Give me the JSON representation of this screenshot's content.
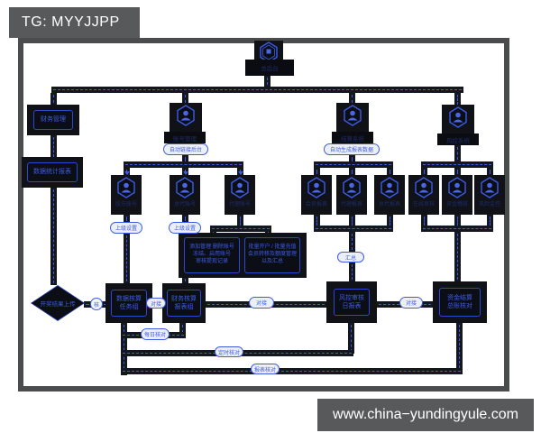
{
  "badges": {
    "tg": "TG: MYYJJPP",
    "site": "www.china−yundingyule.com"
  },
  "colors": {
    "accent": "#3d5ce4",
    "node_bg": "#0b0e15",
    "band": "#15171e",
    "badge_bg": "#58595b",
    "pill_bg": "#edeff6",
    "frame": "#4b4c4e"
  },
  "icons": {
    "root": "hexagon-user-icon",
    "member": "hexagon-user-icon"
  },
  "root": {
    "label": "总后台"
  },
  "b1": {
    "box_a": "财务管理",
    "box_b": "数据统计报表",
    "diamond": "开奖结果上传",
    "circle": "核"
  },
  "b2": {
    "label": "账号管理",
    "pill": "自动链接后台",
    "sub": [
      {
        "label": "股东账号",
        "pill": "上级设置"
      },
      {
        "label": "总代账号",
        "pill": "上级设置"
      },
      {
        "label": "代理账号"
      }
    ],
    "big_left": {
      "0": "添加管理 删除账号",
      "1": "冻结、启用账号",
      "2": "审核提现记录"
    },
    "big_right": {
      "0": "批量开户 / 批量充值",
      "1": "会员转移及额度管理",
      "2": "以及汇总"
    }
  },
  "b3": {
    "label": "结算系统",
    "pill": "自动生成报表数据",
    "sub": [
      {
        "label": "会员报表"
      },
      {
        "label": "代理报表"
      },
      {
        "label": "总代报表"
      }
    ],
    "pill2": "汇总"
  },
  "b4": {
    "label": "风控系统",
    "sub": [
      {
        "label": "在线审核"
      },
      {
        "label": "资金稽核"
      },
      {
        "label": "风险监控"
      }
    ]
  },
  "bottom": {
    "box_c": {
      "0": "数据核算",
      "1": "任务组"
    },
    "pill_cd": "对接",
    "box_d": {
      "0": "财务核算",
      "1": "报表组"
    },
    "oval_de": "对接",
    "box_e": {
      "0": "风控审核",
      "1": "日报表"
    },
    "oval_ef": "对接",
    "box_f": {
      "0": "资金结算",
      "1": "总账核对"
    },
    "u_pill": "每日核对",
    "l2_pill": "定时核对",
    "l3_pill": "报表核对"
  }
}
